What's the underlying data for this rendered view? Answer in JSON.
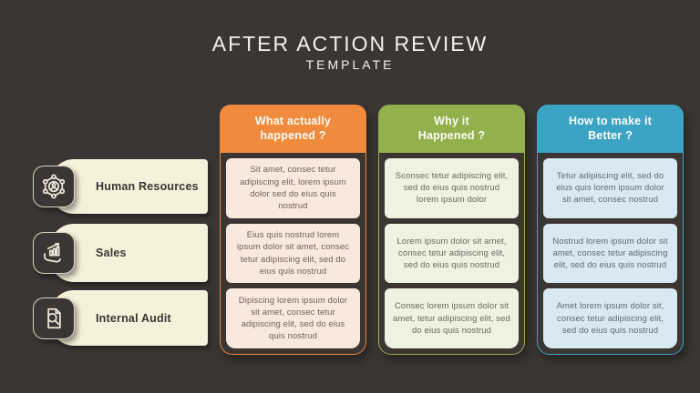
{
  "title": {
    "main": "AFTER ACTION REVIEW",
    "subtitle": "TEMPLATE"
  },
  "rows": [
    {
      "label": "Human Resources",
      "icon": "hr-network-icon"
    },
    {
      "label": "Sales",
      "icon": "sales-growth-icon"
    },
    {
      "label": "Internal Audit",
      "icon": "audit-magnifier-icon"
    }
  ],
  "columns": [
    {
      "header_lines": [
        "What actually",
        "happened ?"
      ],
      "accent": "#F08B3E",
      "cell_bg": "#F9E8DC",
      "text_color": "#6D635B",
      "cells": [
        "Sit amet, consec tetur adipiscing elit, lorem ipsum dolor  sed do eius quis nostrud",
        "Eius quis nostrud  lorem ipsum dolor sit amet, consec tetur adipiscing elit, sed do eius quis nostrud",
        "Dipiscing lorem ipsum dolor sit amet, consec tetur adipiscing elit, sed do eius quis nostrud"
      ]
    },
    {
      "header_lines": [
        "Why it",
        "Happened ?"
      ],
      "accent": "#92B04C",
      "cell_bg": "#EFF1E1",
      "text_color": "#67695C",
      "cells": [
        "Sconsec tetur adipiscing elit, sed do eius quis nostrud lorem ipsum dolor",
        "Lorem ipsum dolor sit amet, consec tetur adipiscing elit, sed do eius quis nostrud",
        "Consec lorem ipsum dolor sit amet, tetur adipiscing elit, sed do eius quis nostrud"
      ]
    },
    {
      "header_lines": [
        "How to make it",
        "Better ?"
      ],
      "accent": "#3BA3C4",
      "cell_bg": "#D9E9F1",
      "text_color": "#5C6B71",
      "cells": [
        "Tetur adipiscing elit, sed do eius quis lorem ipsum dolor sit amet, consec nostrud",
        "Nostrud lorem ipsum dolor sit amet, consec tetur adipiscing elit, sed do eius quis nostrud",
        "Amet lorem ipsum dolor sit, consec tetur adipiscing elit, sed do eius quis nostrud"
      ]
    }
  ],
  "colors": {
    "background": "#3B3633",
    "title_text": "#F4F1EC",
    "label_bar_bg": "#F7F0DB",
    "label_text": "#3B3633",
    "icon_stroke": "#EFE9DC",
    "header_text": "#FDFBF7"
  }
}
